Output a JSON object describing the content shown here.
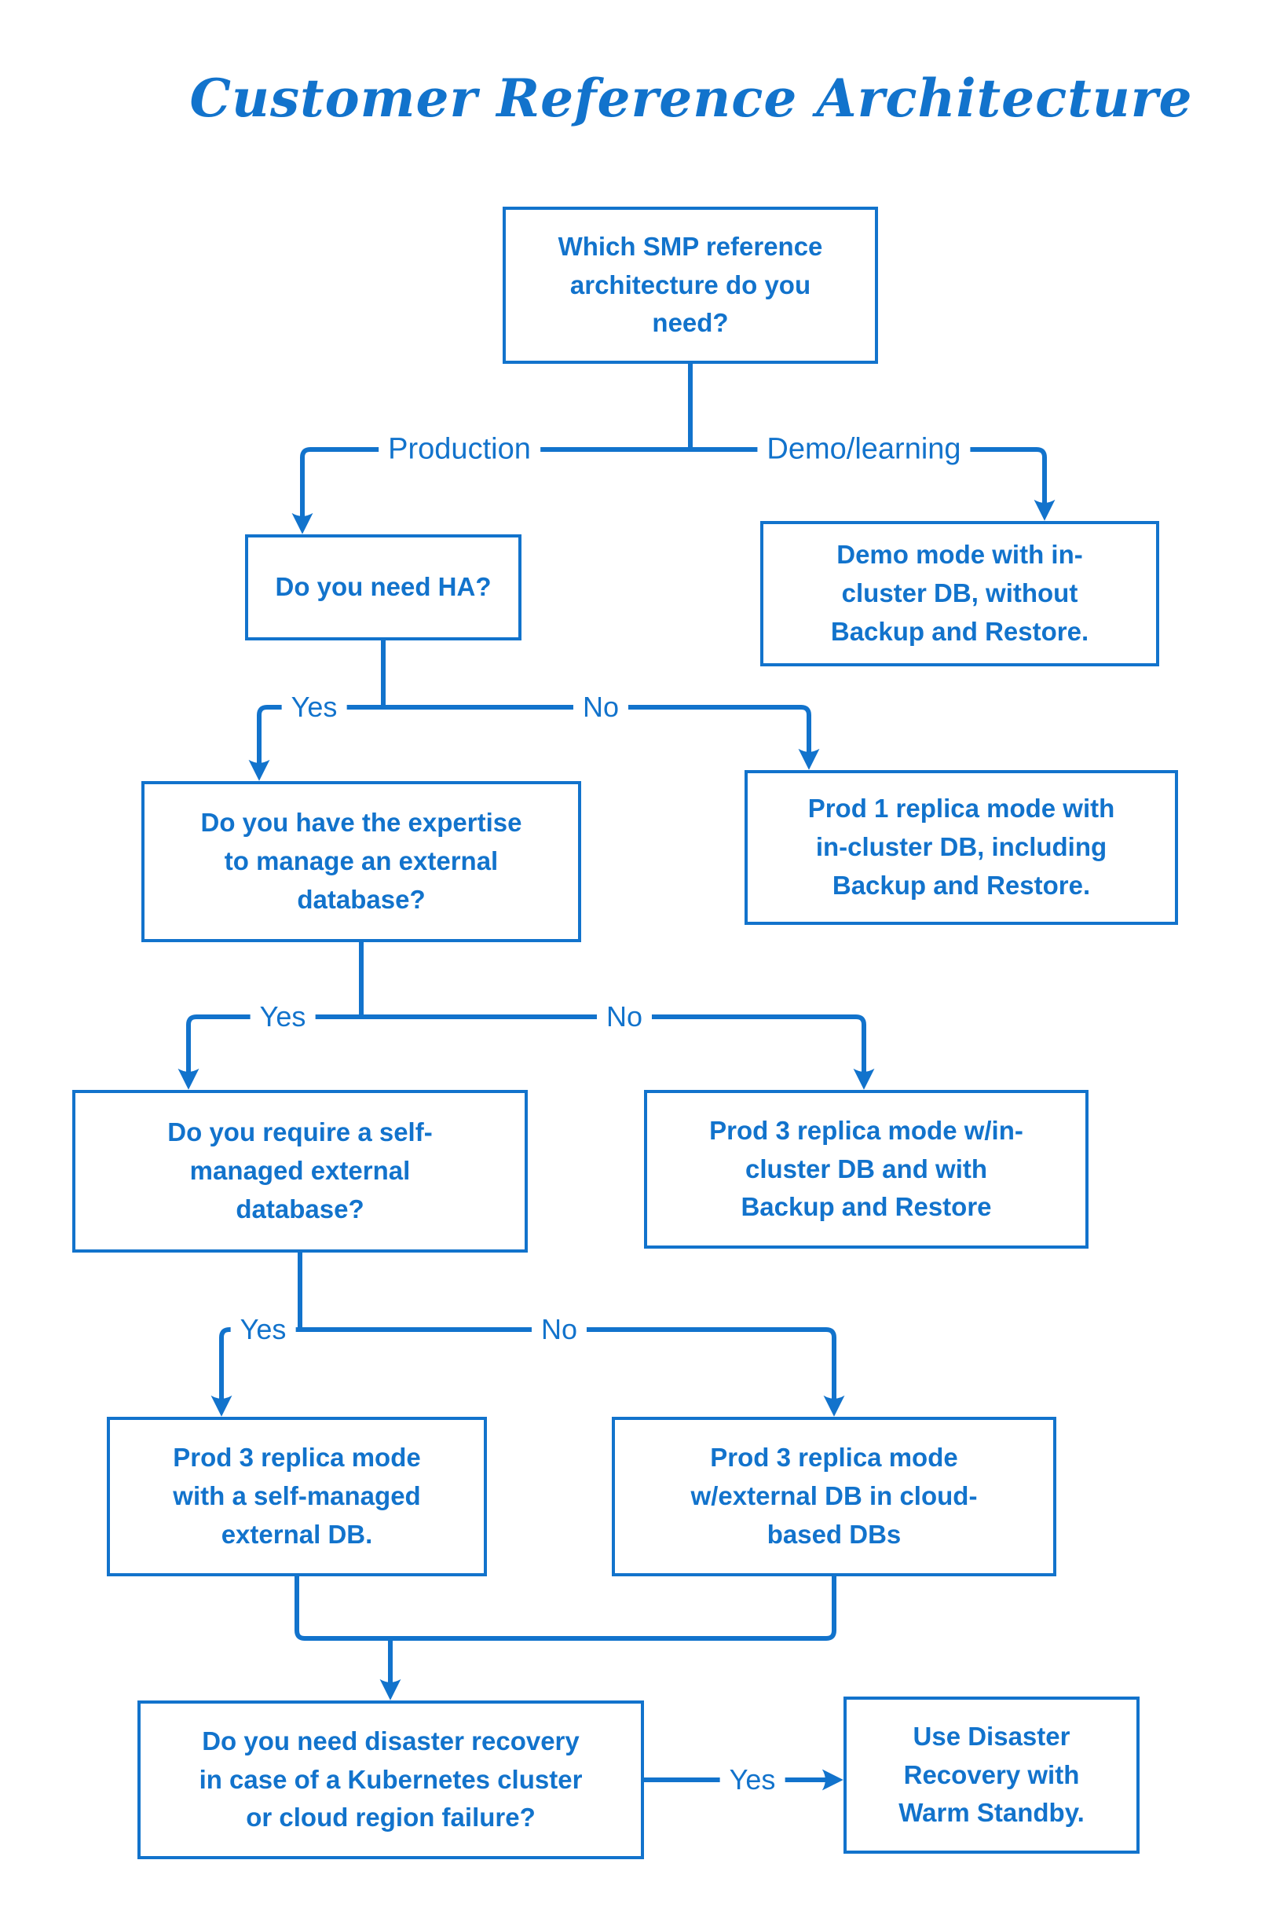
{
  "title": "Customer Reference Architecture",
  "colors": {
    "accent": "#1273cc",
    "background": "#ffffff"
  },
  "labels": {
    "production": "Production",
    "demo_learning": "Demo/learning",
    "yes": "Yes",
    "no": "No"
  },
  "nodes": {
    "root": "Which SMP reference\narchitecture do you\nneed?",
    "ha": "Do you need HA?",
    "demo_mode": "Demo mode with in-\ncluster DB, without\nBackup and Restore.",
    "expertise": "Do you have the expertise\nto manage an external\ndatabase?",
    "prod1": "Prod 1 replica mode with\nin-cluster DB, including\nBackup and Restore.",
    "self_managed_q": "Do you require a self-\nmanaged external\ndatabase?",
    "prod3_incluster": "Prod 3 replica mode w/in-\ncluster DB and with\nBackup and Restore",
    "prod3_self_managed": "Prod 3 replica mode\nwith a self-managed\nexternal DB.",
    "prod3_cloud": "Prod 3 replica mode\nw/external DB in cloud-\nbased DBs",
    "dr_question": "Do you need disaster recovery\nin case of a Kubernetes cluster\nor cloud region failure?",
    "dr_answer": "Use Disaster\nRecovery with\nWarm Standby."
  }
}
